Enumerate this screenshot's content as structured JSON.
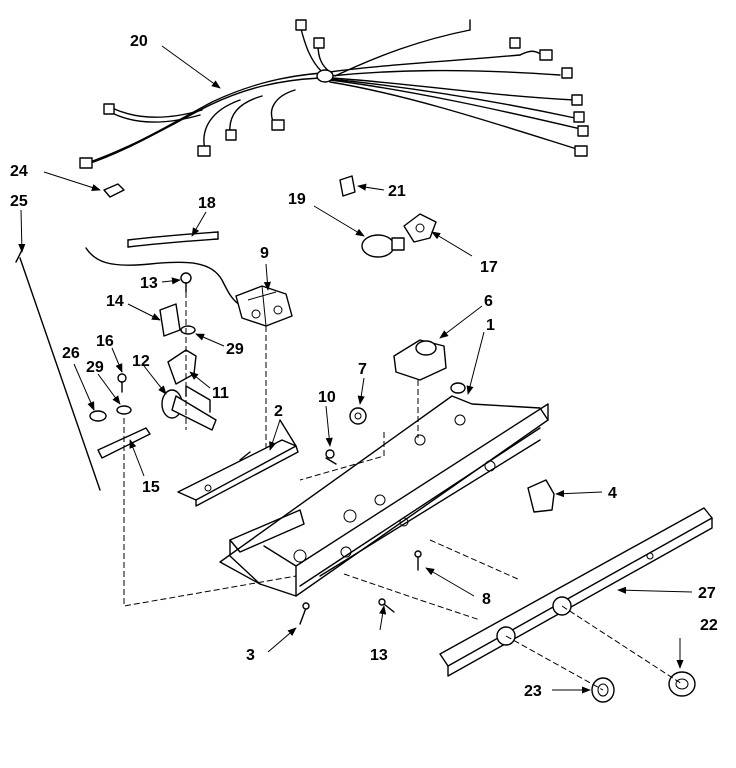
{
  "callouts": [
    {
      "id": "c1",
      "text": "1"
    },
    {
      "id": "c2",
      "text": "2"
    },
    {
      "id": "c3",
      "text": "3"
    },
    {
      "id": "c4",
      "text": "4"
    },
    {
      "id": "c6",
      "text": "6"
    },
    {
      "id": "c7",
      "text": "7"
    },
    {
      "id": "c8",
      "text": "8"
    },
    {
      "id": "c9",
      "text": "9"
    },
    {
      "id": "c10",
      "text": "10"
    },
    {
      "id": "c11",
      "text": "11"
    },
    {
      "id": "c12",
      "text": "12"
    },
    {
      "id": "c13a",
      "text": "13"
    },
    {
      "id": "c13b",
      "text": "13"
    },
    {
      "id": "c14",
      "text": "14"
    },
    {
      "id": "c15",
      "text": "15"
    },
    {
      "id": "c16",
      "text": "16"
    },
    {
      "id": "c17",
      "text": "17"
    },
    {
      "id": "c18",
      "text": "18"
    },
    {
      "id": "c19",
      "text": "19"
    },
    {
      "id": "c20",
      "text": "20"
    },
    {
      "id": "c21",
      "text": "21"
    },
    {
      "id": "c22",
      "text": "22"
    },
    {
      "id": "c23",
      "text": "23"
    },
    {
      "id": "c24",
      "text": "24"
    },
    {
      "id": "c25",
      "text": "25"
    },
    {
      "id": "c26",
      "text": "26"
    },
    {
      "id": "c27",
      "text": "27"
    },
    {
      "id": "c29a",
      "text": "29"
    },
    {
      "id": "c29b",
      "text": "29"
    }
  ],
  "colors": {
    "ink": "#000000",
    "paper": "#ffffff"
  }
}
